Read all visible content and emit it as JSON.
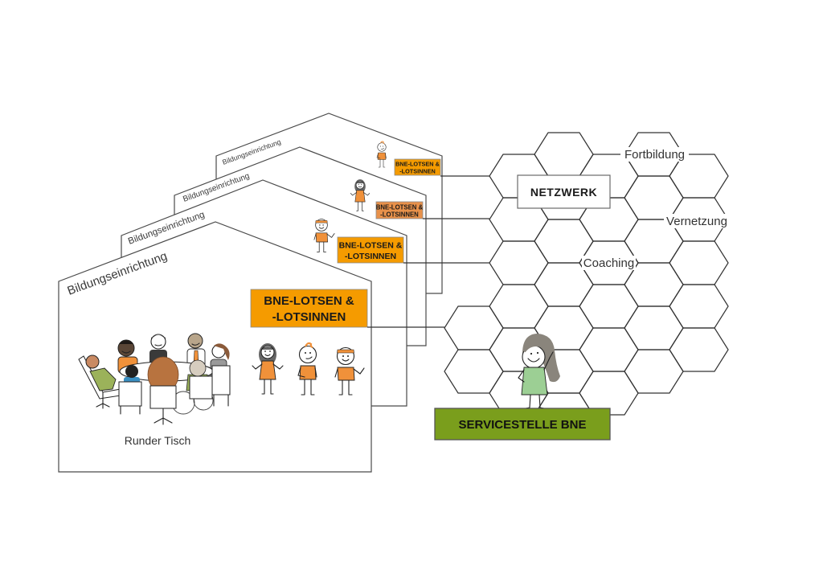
{
  "institutions": [
    {
      "label": "Bildungseinrichtung",
      "role_lines": [
        "BNE-LOTSEN &",
        "-LOTSINNEN"
      ],
      "caption": "Runder Tisch"
    },
    {
      "label": "Bildungseinrichtung",
      "role_lines": [
        "BNE-LOTSEN &",
        "-LOTSINNEN"
      ]
    },
    {
      "label": "Bildungseinrichtung",
      "role_lines": [
        "BNE-LOTSEN &",
        "-LOTSINNEN"
      ]
    },
    {
      "label": "Bildungseinrichtung",
      "role_lines": [
        "BNE-LOTSEN &",
        "-LOTSINNEN"
      ]
    }
  ],
  "network": {
    "title": "NETZWERK",
    "offerings": [
      "Fortbildung",
      "Vernetzung",
      "Coaching"
    ]
  },
  "service_center": {
    "label": "SERVICESTELLE BNE"
  },
  "colors": {
    "role_orange": "#F59B00",
    "role_orange_muted": "#E8914A",
    "service_green": "#7A9E1C",
    "shirt_orange": "#F0913A",
    "dress_green": "#9CCF94",
    "hair_gray": "#8A857C"
  }
}
